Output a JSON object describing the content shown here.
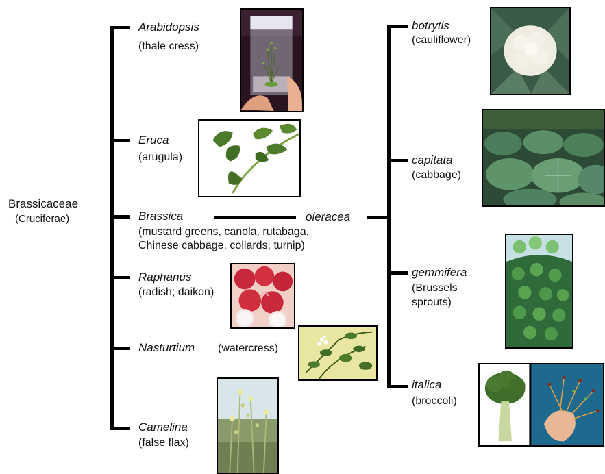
{
  "root": {
    "name": "Brassicaceae",
    "alt_name": "(Cruciferae)"
  },
  "genera": [
    {
      "name": "Arabidopsis",
      "common": "(thale cress)"
    },
    {
      "name": "Eruca",
      "common": "(arugula)"
    },
    {
      "name": "Brassica",
      "common_line1": "(mustard greens, canola, rutabaga,",
      "common_line2": "Chinese cabbage, collards, turnip)"
    },
    {
      "name": "Raphanus",
      "common": "(radish; daikon)"
    },
    {
      "name": "Nasturtium",
      "common": "(watercress)"
    },
    {
      "name": "Camelina",
      "common": "(false flax)"
    }
  ],
  "species": {
    "name": "oleracea"
  },
  "varieties": [
    {
      "name": "botrytis",
      "common": "(cauliflower)"
    },
    {
      "name": "capitata",
      "common": "(cabbage)"
    },
    {
      "name": "gemmifera",
      "common_line1": "(Brussels",
      "common_line2": "sprouts)"
    },
    {
      "name": "italica",
      "common": "(broccoli)"
    }
  ],
  "colors": {
    "line": "#000000",
    "text": "#111111"
  }
}
